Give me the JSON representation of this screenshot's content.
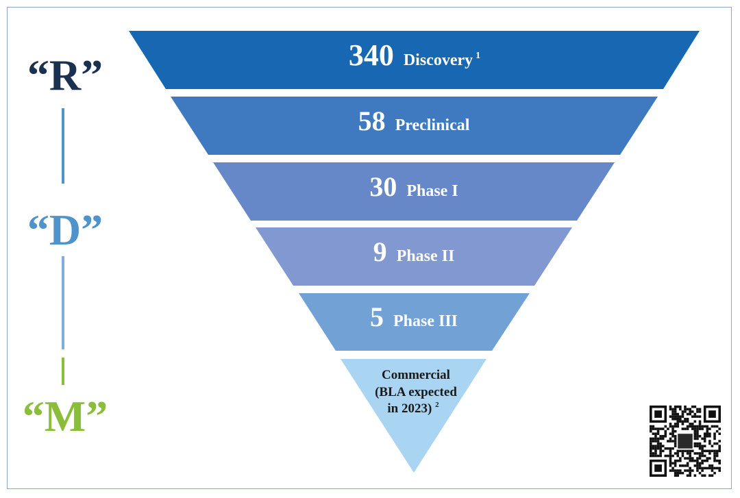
{
  "side_labels": {
    "r": {
      "text": "“R”",
      "color": "#1b3150"
    },
    "d": {
      "text": "“D”",
      "color": "#4f93cd"
    },
    "m": {
      "text": "“M”",
      "color": "#8bbd3c"
    }
  },
  "line_colors": [
    "#4f93cd",
    "#7fb0dc",
    "#8bbd3c"
  ],
  "stages": [
    {
      "count": "340",
      "label": "Discovery",
      "sup": "1",
      "color": "#1767b3"
    },
    {
      "count": "58",
      "label": "Preclinical",
      "sup": "",
      "color": "#3f79c0"
    },
    {
      "count": "30",
      "label": "Phase I",
      "sup": "",
      "color": "#6688c8"
    },
    {
      "count": "9",
      "label": "Phase II",
      "sup": "",
      "color": "#8198d0"
    },
    {
      "count": "5",
      "label": "Phase III",
      "sup": "",
      "color": "#72a1d5"
    }
  ],
  "commercial": {
    "lines": [
      "Commercial",
      "(BLA expected",
      "in 2023)"
    ],
    "sup": "2",
    "color": "#a9d4f2"
  },
  "qr_code": {
    "icon": "qr-code-icon"
  }
}
